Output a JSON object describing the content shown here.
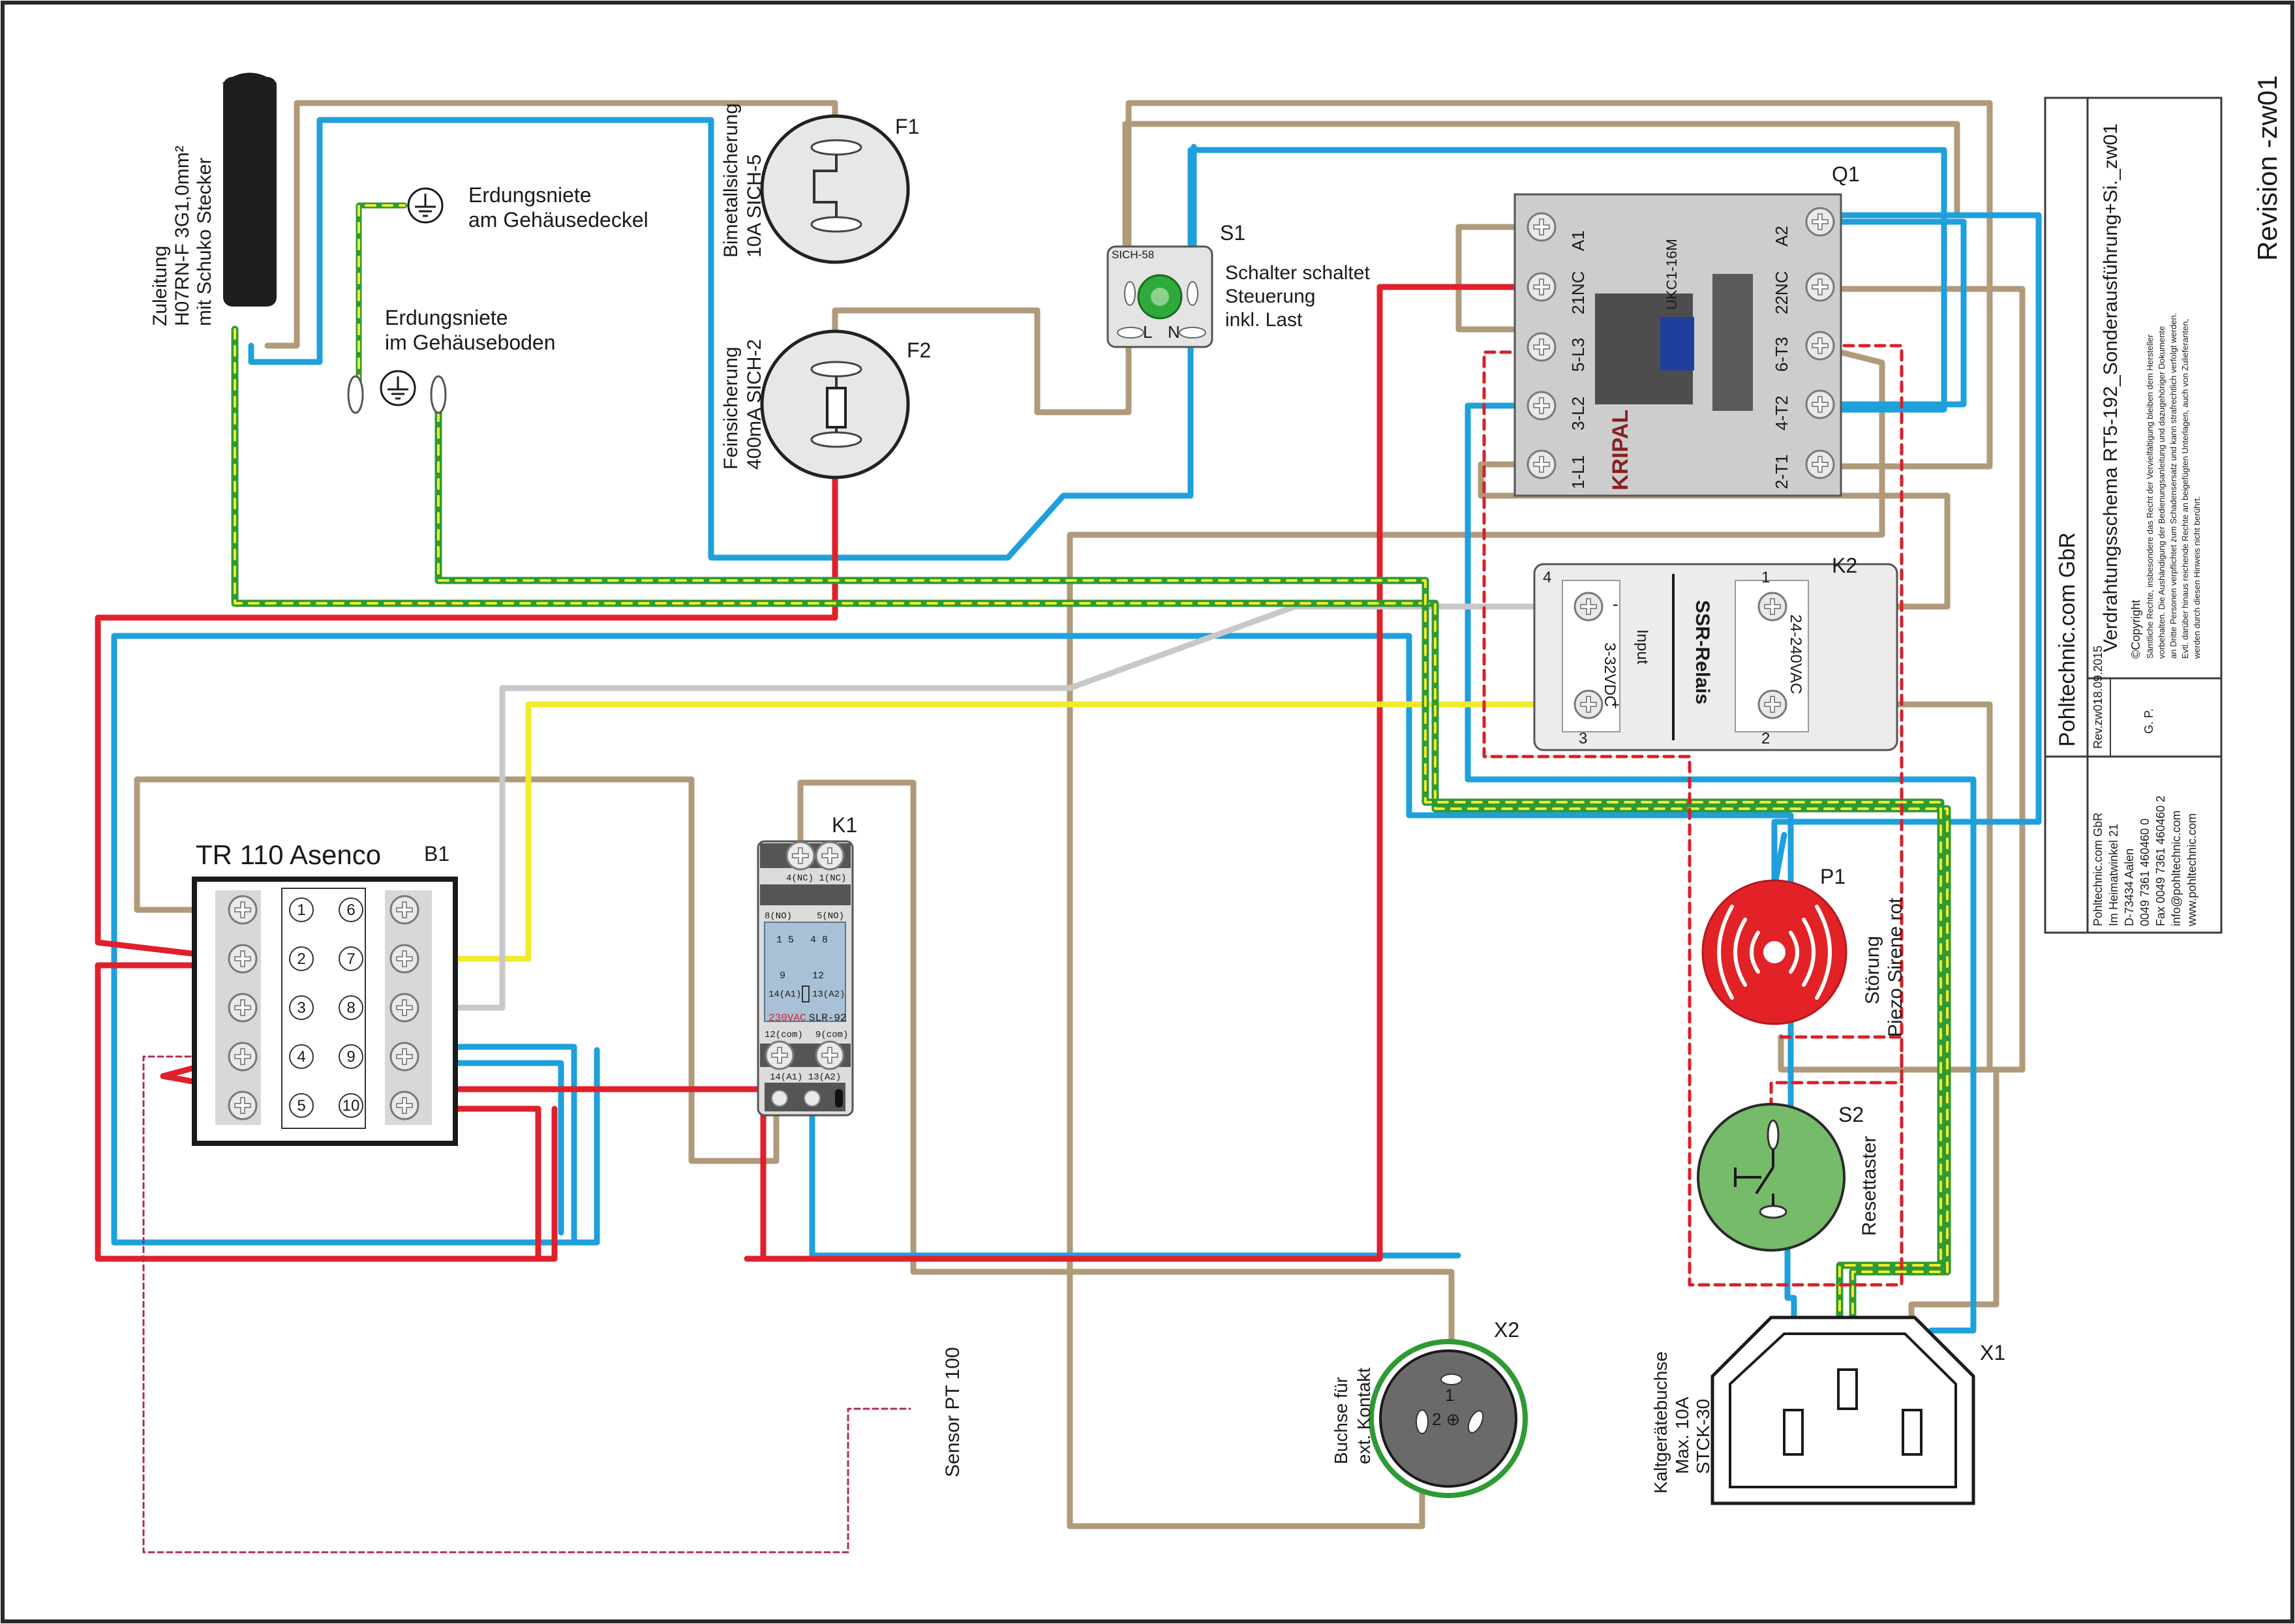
{
  "colors": {
    "brown": "#b09a7a",
    "blue": "#1ea0dc",
    "red": "#e0202a",
    "yellow": "#f2ea2a",
    "green_pe": "#2e9a34",
    "grey": "#c8c8c8",
    "dash_red": "#d8202a",
    "siren_red": "#e22226",
    "button_green": "#76bb6a"
  },
  "icons": {
    "screw_terminal": "screw-terminal-icon",
    "ground": "ground-icon",
    "fuse": "fuse-icon",
    "siren": "siren-icon",
    "pushbutton": "pushbutton-icon"
  },
  "supply": {
    "cable_label_1": "Zuleitung",
    "cable_label_2": "H07RN-F 3G1,0mm²",
    "cable_label_3": "mit Schuko Stecker",
    "ground_lid_1": "Erdungsniete",
    "ground_lid_2": "am Gehäusedeckel",
    "ground_floor_1": "Erdungsniete",
    "ground_floor_2": "im Gehäuseboden"
  },
  "f1": {
    "ref": "F1",
    "label_1": "Bimetallsicherung",
    "label_2": "10A SICH-5"
  },
  "f2": {
    "ref": "F2",
    "label_1": "Feinsicherung",
    "label_2": "400mA SICH-2"
  },
  "s1": {
    "ref": "S1",
    "model": "SICH-58",
    "pin_l": "L",
    "pin_n": "N",
    "desc_1": "Schalter schaltet",
    "desc_2": "Steuerung",
    "desc_3": "inkl. Last"
  },
  "q1": {
    "ref": "Q1",
    "model": "UKC1-16M",
    "brand": "KRIPAL",
    "left_pins": [
      "A1",
      "21NC",
      "5-L3",
      "3-L2",
      "1-L1"
    ],
    "right_pins": [
      "A2",
      "22NC",
      "6-T3",
      "4-T2",
      "2-T1"
    ]
  },
  "k2": {
    "ref": "K2",
    "title": "SSR-Relais",
    "input": "Input",
    "pin1": "1",
    "pin2": "2",
    "pin3": "3",
    "pin4": "4",
    "out_range": "24-240VAC",
    "in_range": "3-32VDC",
    "minus": "-",
    "plus": "+"
  },
  "b1": {
    "ref": "B1",
    "title": "TR 110 Asenco",
    "left_numbers": [
      "1",
      "2",
      "3",
      "4",
      "5"
    ],
    "right_numbers": [
      "6",
      "7",
      "8",
      "9",
      "10"
    ]
  },
  "k1": {
    "ref": "K1",
    "row1": "4(NC) 1(NC)",
    "row2_a": "8(NO)",
    "row2_b": "5(NO)",
    "inner_1": "1  5",
    "inner_2": "4  8",
    "inner_3": "9",
    "inner_4": "12",
    "coil_a": "14(A1)",
    "coil_b": "13(A2)",
    "voltage": "230VAC",
    "model": "SLR-92",
    "row3_a": "12(com)",
    "row3_b": "9(com)",
    "row4": "14(A1) 13(A2)"
  },
  "p1": {
    "ref": "P1",
    "label_1": "Störung",
    "label_2": "Piezo Sirene rot"
  },
  "s2": {
    "ref": "S2",
    "label": "Resettaster"
  },
  "x1": {
    "ref": "X1",
    "label_1": "Kaltgerätebuchse",
    "label_2": "Max. 10A",
    "label_3": "STCK-30"
  },
  "x2": {
    "ref": "X2",
    "label_1": "Buchse für",
    "label_2": "ext. Kontakt",
    "pin_1": "1",
    "pin_2": "2 ⊕"
  },
  "sensor": {
    "label": "Sensor PT 100"
  },
  "title_block": {
    "revision": "Revision -zw01",
    "company": "Pohltechnic.com GbR",
    "schema_title": "Verdrahtungsschema  RT5-192_Sonderausführung+Si._zw01",
    "copyright_head": "©Copyright",
    "copyright_lines": [
      "Sämtliche Rechte, insbesondere das Recht  der Vervielfältigung bleiben dem Hersteller",
      "vorbehalten. Die Aushändigung der Bedienungsanleitung und dazugehöriger Dokumente",
      "an Dritte Personen verpflichtet zum Schadensersatz und kann strafrechtlich verfolgt werden.",
      "Evtl. darüber hinaus reichende Rechte an beigefügten Unterlagen, auch von Zulieferanten,",
      "werden durch diesen Hinweis nicht berührt."
    ],
    "rev_label": "Rev.zw01",
    "date": "18.09.2015",
    "initials": "G. P.",
    "address_lines": [
      "Pohltechnic.com GbR",
      "Im Heimatwinkel 21",
      "D-73434 Aalen",
      "0049 7361 460460 0",
      "Fax 0049 7361 460460 2",
      "info@pohltechnic.com",
      "www.pohltechnic.com"
    ]
  }
}
